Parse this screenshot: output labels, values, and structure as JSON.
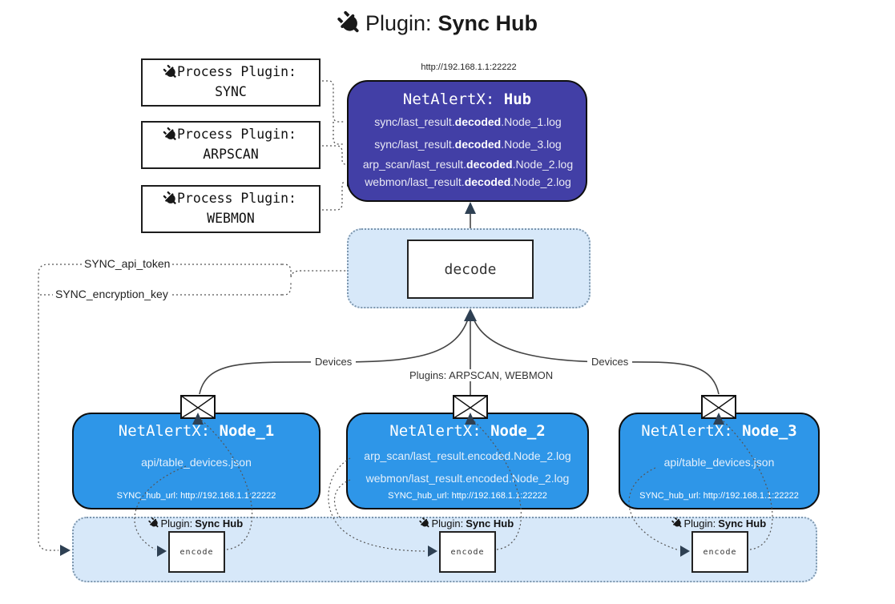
{
  "title": {
    "prefix": "Plugin: ",
    "name": "Sync Hub"
  },
  "hub": {
    "url": "http://192.168.1.1:22222",
    "title_prefix": "NetAlertX: ",
    "title_name": "Hub",
    "lines": [
      {
        "pre": "sync/last_result.",
        "bold": "decoded",
        "post": ".Node_1.log"
      },
      {
        "pre": "sync/last_result.",
        "bold": "decoded",
        "post": ".Node_3.log"
      },
      {
        "pre": "arp_scan/last_result.",
        "bold": "decoded",
        "post": ".Node_2.log"
      },
      {
        "pre": "webmon/last_result.",
        "bold": "decoded",
        "post": ".Node_2.log"
      }
    ]
  },
  "process_plugins": [
    {
      "label": "Process Plugin:",
      "name": "SYNC"
    },
    {
      "label": "Process Plugin:",
      "name": "ARPSCAN"
    },
    {
      "label": "Process Plugin:",
      "name": "WEBMON"
    }
  ],
  "decode_label": "decode",
  "config": {
    "api_token": "SYNC_api_token",
    "encryption_key": "SYNC_encryption_key"
  },
  "edge_labels": {
    "devices_left": "Devices",
    "plugins_middle": "Plugins: ARPSCAN, WEBMON",
    "devices_right": "Devices"
  },
  "nodes": [
    {
      "title_prefix": "NetAlertX: ",
      "title_name": "Node_1",
      "lines": [
        "api/table_devices.json"
      ],
      "hub_url": "SYNC_hub_url: http://192.168.1.1:22222"
    },
    {
      "title_prefix": "NetAlertX: ",
      "title_name": "Node_2",
      "lines": [
        "arp_scan/last_result.encoded.Node_2.log",
        "webmon/last_result.encoded.Node_2.log"
      ],
      "hub_url": "SYNC_hub_url: http://192.168.1.1:22222"
    },
    {
      "title_prefix": "NetAlertX: ",
      "title_name": "Node_3",
      "lines": [
        "api/table_devices.json"
      ],
      "hub_url": "SYNC_hub_url: http://192.168.1.1:22222"
    }
  ],
  "encoders": [
    {
      "plugin_prefix": "Plugin: ",
      "plugin_name": "Sync Hub",
      "label": "encode"
    },
    {
      "plugin_prefix": "Plugin: ",
      "plugin_name": "Sync Hub",
      "label": "encode"
    },
    {
      "plugin_prefix": "Plugin: ",
      "plugin_name": "Sync Hub",
      "label": "encode"
    }
  ],
  "colors": {
    "hub_bg": "#423FA6",
    "node_bg": "#2E96E8",
    "panel_bg": "#D7E8F9",
    "arrow": "#2E4053",
    "line": "#444444",
    "dotted": "#555555"
  }
}
